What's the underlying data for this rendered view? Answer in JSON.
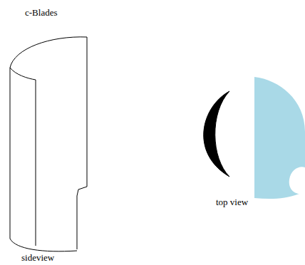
{
  "diagram": {
    "labels": [
      "c-Blades",
      "sideview",
      "top view"
    ]
  }
}
